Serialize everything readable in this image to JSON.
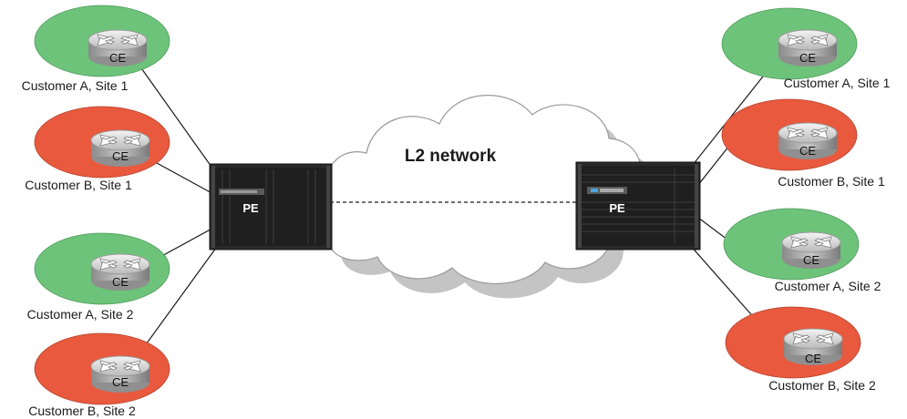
{
  "cloud": {
    "label": "L2 network"
  },
  "pe_left": {
    "label": "PE"
  },
  "pe_right": {
    "label": "PE"
  },
  "colors": {
    "green": "#6dc37a",
    "red": "#e8593e",
    "cloud_fill": "#ffffff",
    "cloud_shadow": "#c4c4c4"
  },
  "left_sites": [
    {
      "label": "Customer A, Site 1",
      "device": "CE",
      "color": "green"
    },
    {
      "label": "Customer B, Site 1",
      "device": "CE",
      "color": "red"
    },
    {
      "label": "Customer A, Site 2",
      "device": "CE",
      "color": "green"
    },
    {
      "label": "Customer B, Site 2",
      "device": "CE",
      "color": "red"
    }
  ],
  "right_sites": [
    {
      "label": "Customer A, Site 1",
      "device": "CE",
      "color": "green"
    },
    {
      "label": "Customer B, Site 1",
      "device": "CE",
      "color": "red"
    },
    {
      "label": "Customer A, Site 2",
      "device": "CE",
      "color": "green"
    },
    {
      "label": "Customer B, Site 2",
      "device": "CE",
      "color": "red"
    }
  ]
}
